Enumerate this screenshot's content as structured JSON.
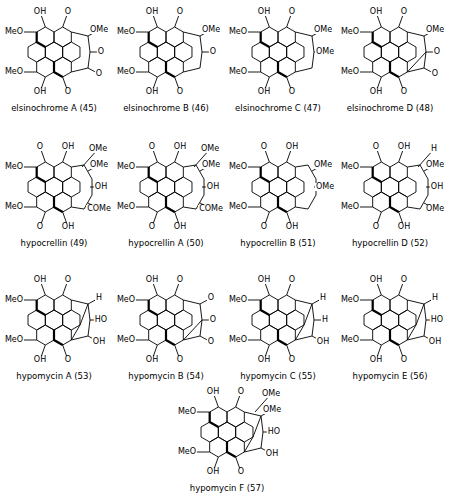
{
  "diagram": {
    "labels": [
      "OH",
      "O",
      "MeO",
      "MeO",
      "OH",
      "O",
      "OMe",
      "O",
      "O",
      "elsinochrome A (45)",
      "OH",
      "O",
      "MeO",
      "MeO",
      "OH",
      "O",
      "OMe",
      "O",
      "elsinochrome B (46)",
      "OH",
      "O",
      "MeO",
      "MeO",
      "OH",
      "O",
      "OMe",
      "OMe",
      "elsinochrome C (47)",
      "OH",
      "O",
      "MeO",
      "MeO",
      "OH",
      "O",
      "OMe",
      "O",
      "O",
      "elsinochrome D (48)",
      "O",
      "OH",
      "MeO",
      "MeO",
      "O",
      "OH",
      "OMe",
      "OH",
      "COMe",
      "OMe",
      "hypocrellin (49)",
      "O",
      "OH",
      "MeO",
      "MeO",
      "O",
      "OH",
      "OMe",
      "OH",
      "COMe",
      "OMe",
      "hypocrellin A (50)",
      "O",
      "OH",
      "MeO",
      "MeO",
      "O",
      "OH",
      "OMe",
      "OMe",
      "hypocrellin B (51)",
      "O",
      "OH",
      "MeO",
      "MeO",
      "O",
      "OH",
      "OMe",
      "OH",
      "OMe",
      "H",
      "hypocrellin D (52)",
      "OH",
      "O",
      "MeO",
      "MeO",
      "OH",
      "O",
      "H",
      "HO",
      "OH",
      "hypomycin A (53)",
      "OH",
      "O",
      "MeO",
      "MeO",
      "OH",
      "O",
      "O",
      "O",
      "O",
      "hypomycin B (54)",
      "OH",
      "O",
      "MeO",
      "MeO",
      "OH",
      "O",
      "H",
      "H",
      "OH",
      "hypomycin C (55)",
      "OH",
      "O",
      "MeO",
      "MeO",
      "OH",
      "O",
      "H",
      "HO",
      "OH",
      "hypomycin E (56)",
      "OH",
      "O",
      "MeO",
      "MeO",
      "OH",
      "O",
      "OMe",
      "HO",
      "OH",
      "OMe",
      "hypomycin F (57)"
    ]
  }
}
